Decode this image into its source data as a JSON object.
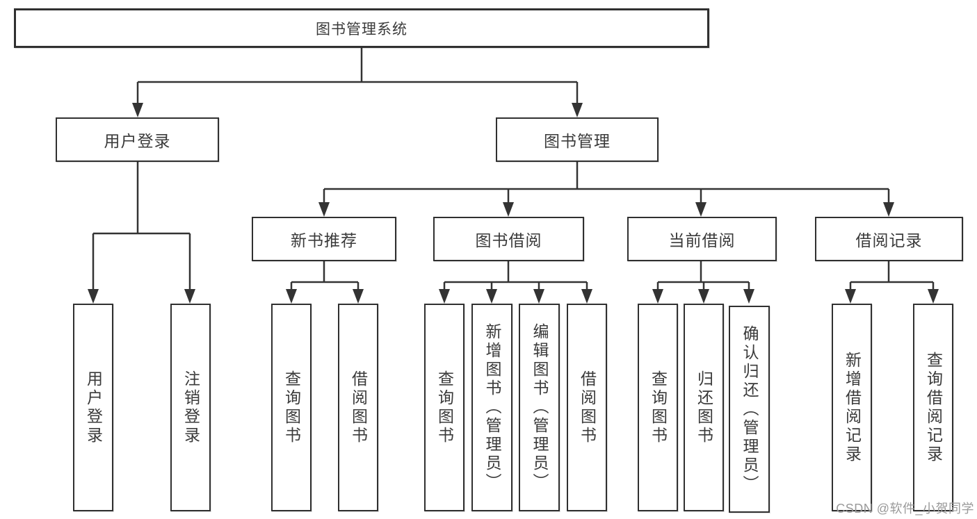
{
  "diagram": {
    "type": "hierarchy-tree",
    "colors": {
      "line": "#333333",
      "border": "#303030",
      "text": "#3a3a3a",
      "background": "#ffffff",
      "watermark": "#9a9a9a"
    },
    "watermark": {
      "text": "CSDN @软件_小贺同学"
    },
    "tree": {
      "label": "图书管理系统",
      "children": [
        {
          "label": "用户登录",
          "children": [
            {
              "label": "用户登录"
            },
            {
              "label": "注销登录"
            }
          ]
        },
        {
          "label": "图书管理",
          "children": [
            {
              "label": "新书推荐",
              "children": [
                {
                  "label": "查询图书"
                },
                {
                  "label": "借阅图书"
                }
              ]
            },
            {
              "label": "图书借阅",
              "children": [
                {
                  "label": "查询图书"
                },
                {
                  "label": "新增图书（管理员）"
                },
                {
                  "label": "编辑图书（管理员）"
                },
                {
                  "label": "借阅图书"
                }
              ]
            },
            {
              "label": "当前借阅",
              "children": [
                {
                  "label": "查询图书"
                },
                {
                  "label": "归还图书"
                },
                {
                  "label": "确认归还（管理员）"
                }
              ]
            },
            {
              "label": "借阅记录",
              "children": [
                {
                  "label": "新增借阅记录"
                },
                {
                  "label": "查询借阅记录"
                }
              ]
            }
          ]
        }
      ]
    }
  }
}
